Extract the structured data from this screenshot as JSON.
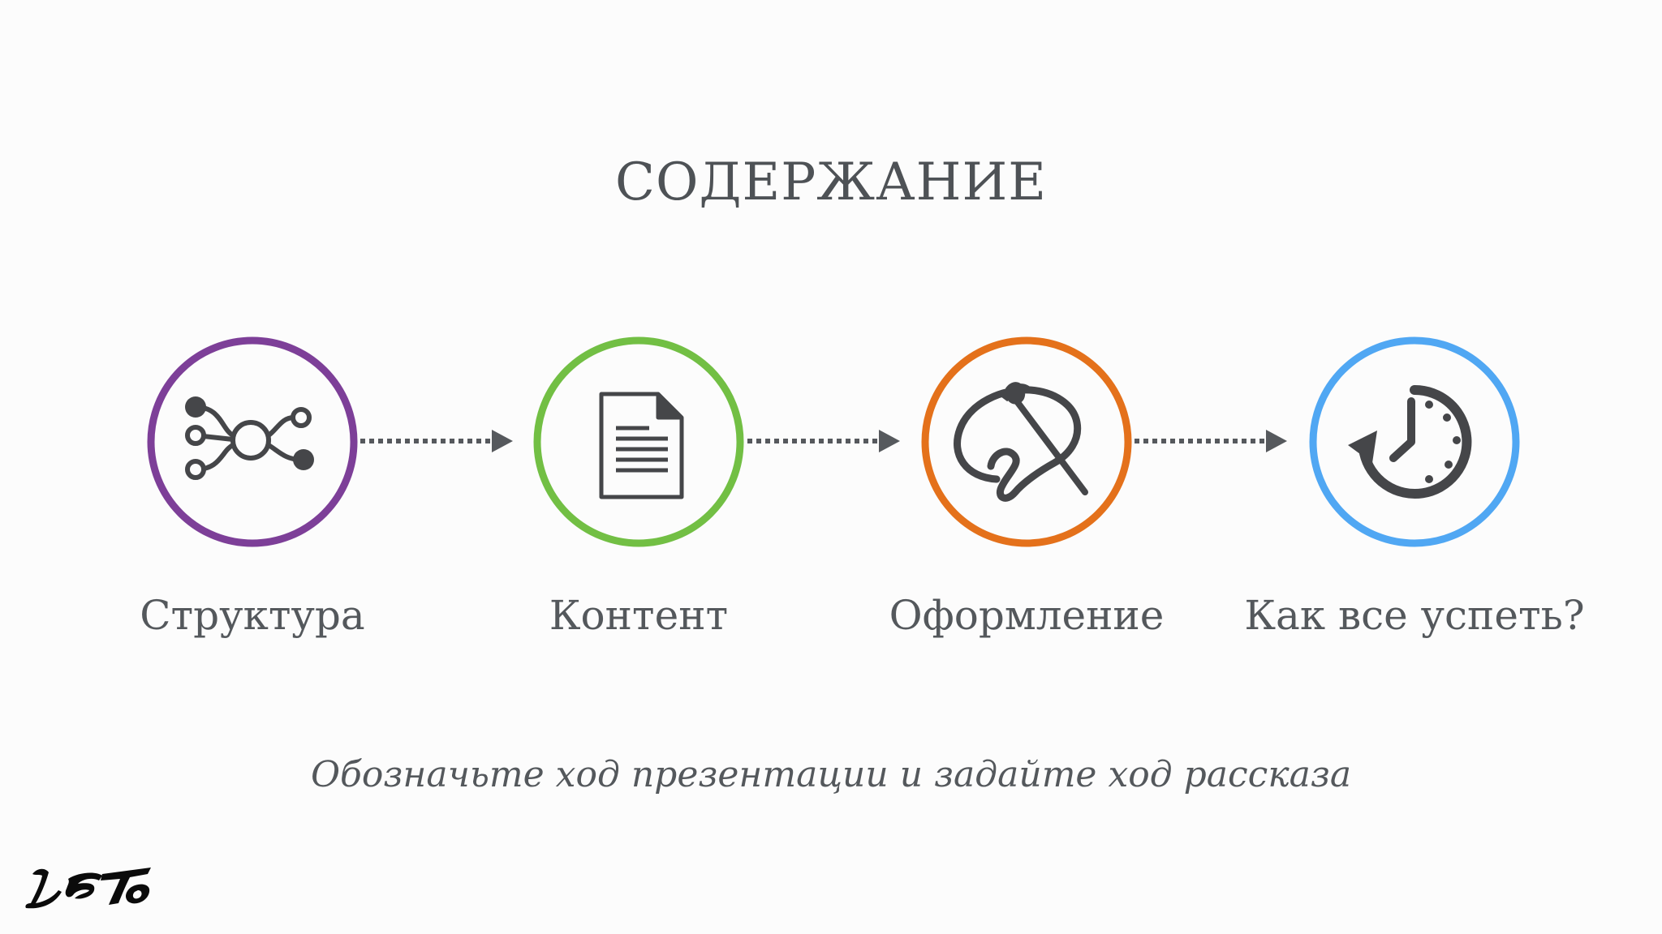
{
  "slide": {
    "title": "СОДЕРЖАНИЕ",
    "subtitle": "Обозначьте ход презентации и задайте ход рассказа"
  },
  "steps": [
    {
      "label": "Структура",
      "icon": "structure-nodes-icon",
      "color": "#7d3f98"
    },
    {
      "label": "Контент",
      "icon": "document-icon",
      "color": "#72bf44"
    },
    {
      "label": "Оформление",
      "icon": "palette-brush-icon",
      "color": "#e4711b"
    },
    {
      "label": "Как все успеть?",
      "icon": "clock-refresh-icon",
      "color": "#50a7f3"
    }
  ],
  "colors": {
    "text": "#54585c",
    "icon": "#454649",
    "connector": "#56595d",
    "background": "#fcfcfc"
  },
  "logo": {
    "text": "Leto"
  }
}
